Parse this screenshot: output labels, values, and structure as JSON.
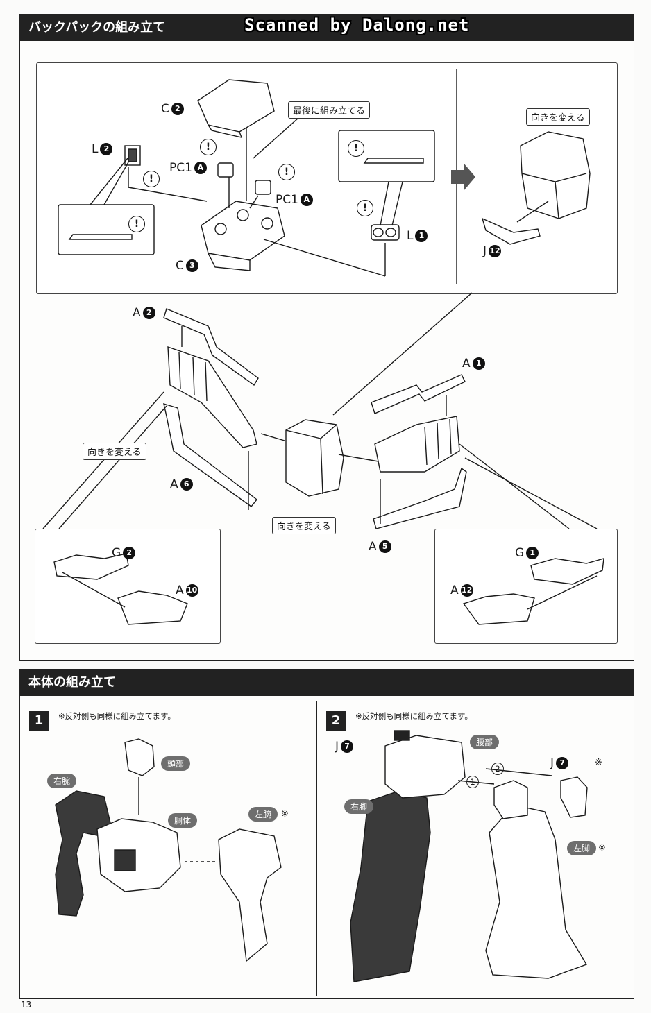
{
  "watermark": "Scanned by Dalong.net",
  "page_number": "13",
  "backpack": {
    "title": "バックパックの組み立て",
    "tag_last": "最後に組み立てる",
    "tag_turn": "向きを変える",
    "labels": {
      "c2": "C",
      "c2n": "2",
      "l2": "L",
      "l2n": "2",
      "pc1a_1": "PC1",
      "pc1a_1n": "A",
      "pc1a_2": "PC1",
      "pc1a_2n": "A",
      "c3": "C",
      "c3n": "3",
      "l1": "L",
      "l1n": "1",
      "j12": "J",
      "j12n": "12",
      "a2": "A",
      "a2n": "2",
      "a1": "A",
      "a1n": "1",
      "a6": "A",
      "a6n": "6",
      "a5": "A",
      "a5n": "5",
      "g2": "G",
      "g2n": "2",
      "a10": "A",
      "a10n": "10",
      "g1": "G",
      "g1n": "1",
      "a12": "A",
      "a12n": "12"
    },
    "excl": "!"
  },
  "body": {
    "title": "本体の組み立て",
    "step1": {
      "num": "1",
      "note": "※反対側も同様に組み立てます。",
      "head": "頭部",
      "right_arm": "右腕",
      "torso": "胴体",
      "left_arm": "左腕",
      "mark": "※"
    },
    "step2": {
      "num": "2",
      "note": "※反対側も同様に組み立てます。",
      "j7_left": "J",
      "j7n": "7",
      "waist": "腰部",
      "j7_right": "J",
      "right_leg": "右脚",
      "left_leg": "左脚",
      "mark": "※",
      "order1": "1",
      "order2": "2"
    }
  },
  "colors": {
    "header": "#222222",
    "dark_part": "#3a3a3a",
    "tag_oval": "#6e6e6e"
  }
}
